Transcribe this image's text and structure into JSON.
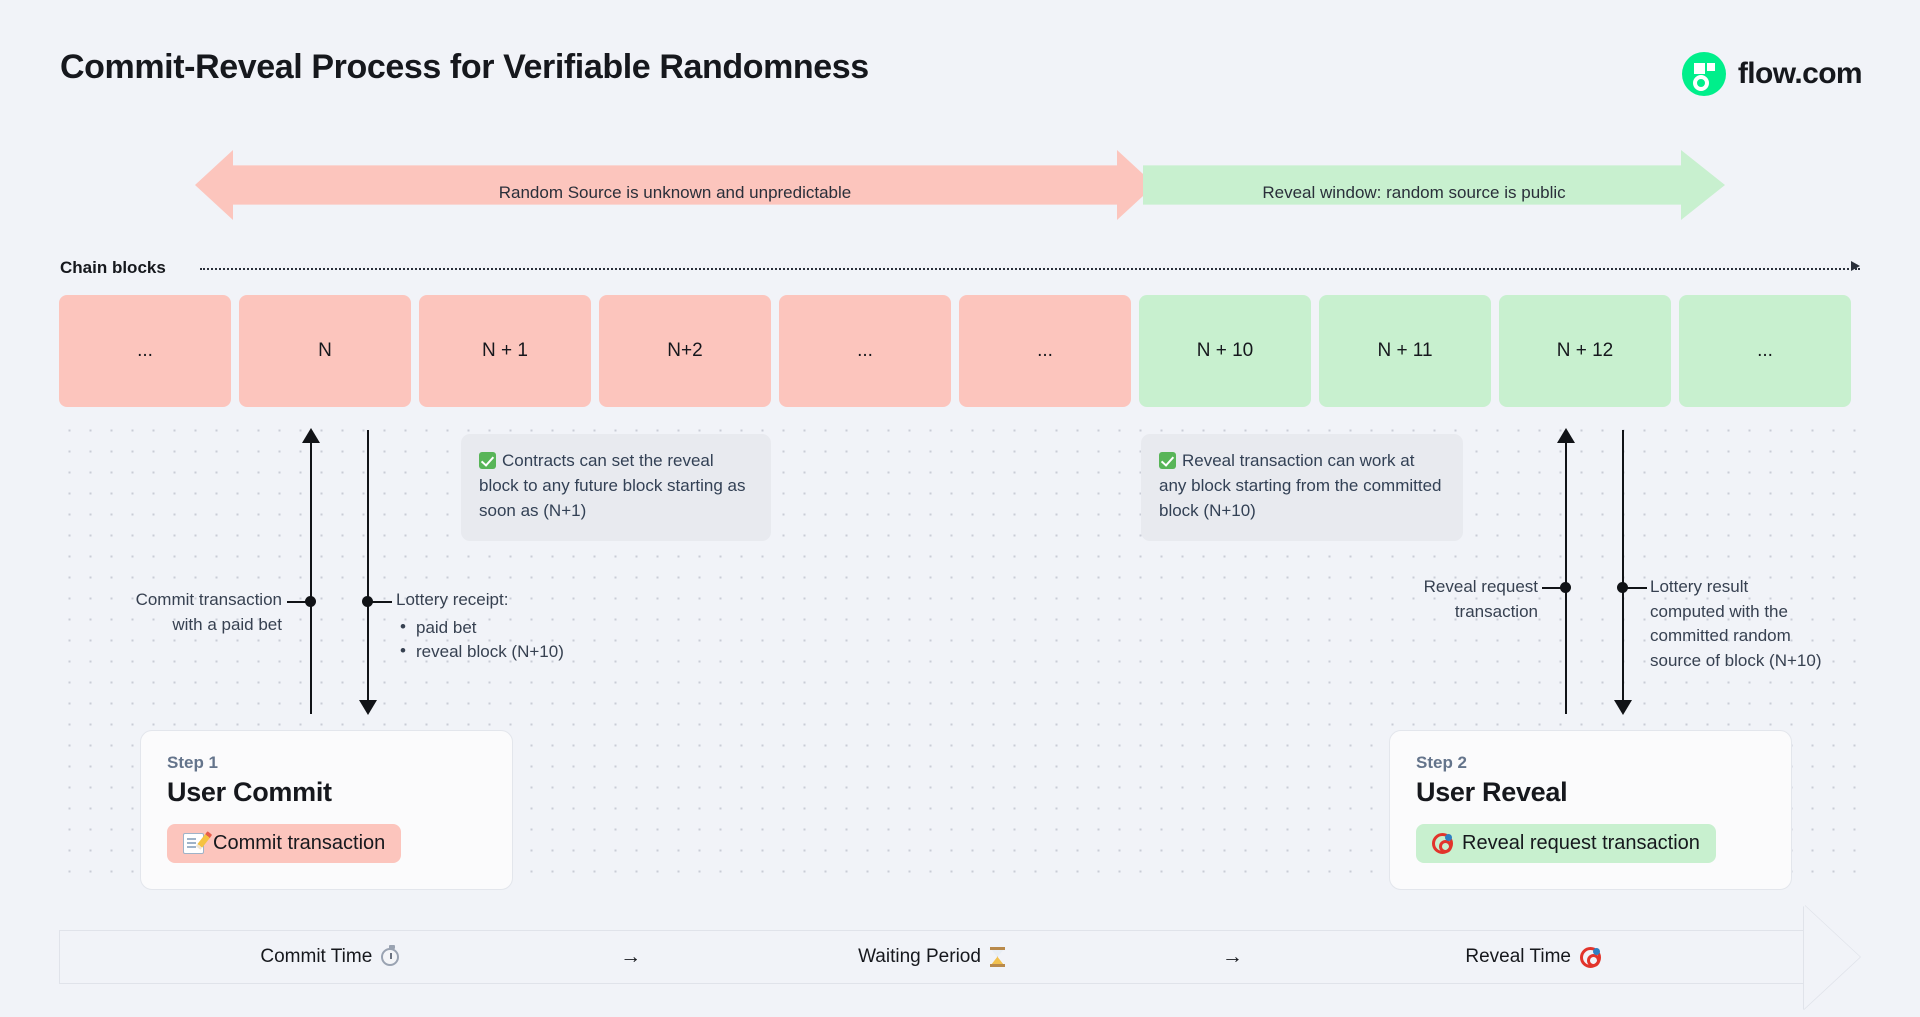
{
  "header": {
    "title": "Commit-Reveal Process for Verifiable Randomness",
    "brand_name": "flow.com",
    "brand_color": "#00ef8b"
  },
  "phases": [
    {
      "label": "Random Source is unknown and unpredictable",
      "color": "#fcc5bd",
      "kind": "double-arrow"
    },
    {
      "label": "Reveal window: random source is public",
      "color": "#c8f0cf",
      "kind": "right-arrow"
    }
  ],
  "chain": {
    "label": "Chain blocks",
    "blocks": [
      {
        "label": "...",
        "state": "pink"
      },
      {
        "label": "N",
        "state": "pink"
      },
      {
        "label": "N + 1",
        "state": "pink"
      },
      {
        "label": "N+2",
        "state": "pink"
      },
      {
        "label": "...",
        "state": "pink"
      },
      {
        "label": "...",
        "state": "pink"
      },
      {
        "label": "N + 10",
        "state": "green"
      },
      {
        "label": "N + 11",
        "state": "green"
      },
      {
        "label": "N + 12",
        "state": "green"
      },
      {
        "label": "...",
        "state": "green"
      }
    ]
  },
  "callouts": [
    {
      "text": "Contracts can set the reveal block to any future block starting as soon as (N+1)",
      "icon": "check-icon"
    },
    {
      "text": "Reveal transaction can work at any block starting from the committed block (N+10)",
      "icon": "check-icon"
    }
  ],
  "annotations": {
    "commit": {
      "line1": "Commit transaction",
      "line2": "with a paid bet"
    },
    "receipt": {
      "heading": "Lottery receipt:",
      "items": [
        "paid bet",
        "reveal block (N+10)"
      ]
    },
    "reveal_request": {
      "line1": "Reveal request",
      "line2": "transaction"
    },
    "lottery_result": {
      "line1": "Lottery result",
      "line2": "computed with the",
      "line3": "committed random",
      "line4": "source of block (N+10)"
    }
  },
  "steps": [
    {
      "step_label": "Step 1",
      "title": "User Commit",
      "pill_label": "Commit transaction",
      "pill_icon": "memo-icon",
      "pill_color": "#fcc5bd"
    },
    {
      "step_label": "Step 2",
      "title": "User Reveal",
      "pill_label": "Reveal request transaction",
      "pill_icon": "target-icon",
      "pill_color": "#c8f0cf"
    }
  ],
  "timeline": {
    "segments": [
      {
        "label": "Commit Time",
        "icon": "stopwatch-icon"
      },
      {
        "label": "Waiting Period",
        "icon": "hourglass-icon"
      },
      {
        "label": "Reveal Time",
        "icon": "target-icon"
      }
    ],
    "separator": "→"
  }
}
